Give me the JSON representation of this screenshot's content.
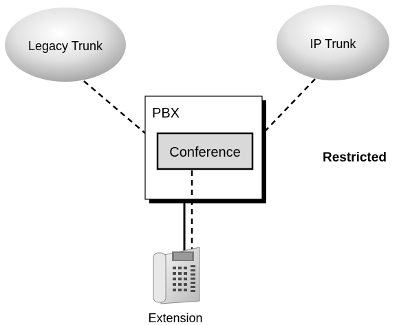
{
  "nodes": {
    "legacy_trunk": "Legacy Trunk",
    "ip_trunk": "IP Trunk",
    "pbx": "PBX",
    "conference": "Conference",
    "extension": "Extension"
  },
  "annotation": "Restricted",
  "icons": {
    "trunk_cloud": "cloud-ellipse",
    "extension_device": "desk-phone-icon"
  },
  "colors": {
    "cloud_fill": "#e6e6e6",
    "conference_fill": "#d9d9d9",
    "shadow": "#000000",
    "line": "#000000"
  }
}
